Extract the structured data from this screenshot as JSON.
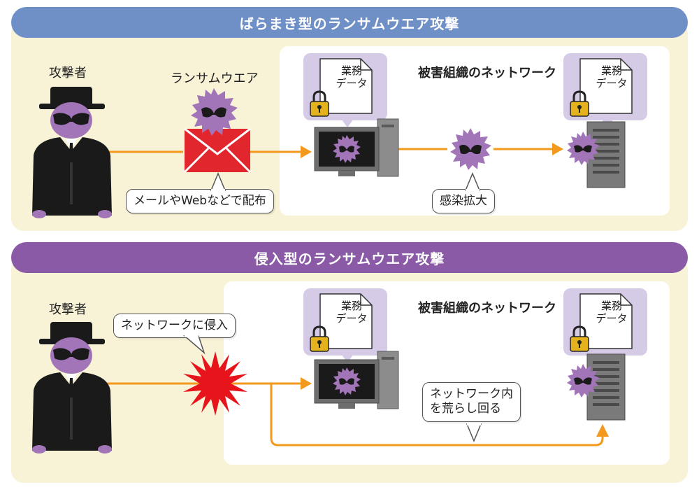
{
  "top": {
    "title": "ばらまき型のランサムウエア攻撃",
    "title_color": "#6f8fc7",
    "attacker_label": "攻撃者",
    "ransomware_label": "ランサムウエア",
    "network_label": "被害組織のネットワーク",
    "doc_left": [
      "業務",
      "データ"
    ],
    "doc_right": [
      "業務",
      "データ"
    ],
    "bubble_mail": "メールやWebなどで配布",
    "bubble_spread": "感染拡大"
  },
  "bottom": {
    "title": "侵入型のランサムウエア攻撃",
    "title_color": "#8a5aa6",
    "attacker_label": "攻撃者",
    "network_label": "被害組織のネットワーク",
    "doc_left": [
      "業務",
      "データ"
    ],
    "doc_right": [
      "業務",
      "データ"
    ],
    "bubble_intrude": "ネットワークに侵入",
    "bubble_roam": [
      "ネットワーク内",
      "を荒らし回る"
    ]
  },
  "colors": {
    "panel_bg": "#f8f2d6",
    "arrow": "#f39a1e",
    "virus": "#a274b8",
    "mail": "#e1262d",
    "burst": "#e8141c",
    "doc_bubble": "#d6cbe6"
  },
  "icons": [
    "attacker-icon",
    "virus-icon",
    "envelope-icon",
    "computer-icon",
    "server-icon",
    "lock-icon",
    "document-icon",
    "burst-icon"
  ]
}
